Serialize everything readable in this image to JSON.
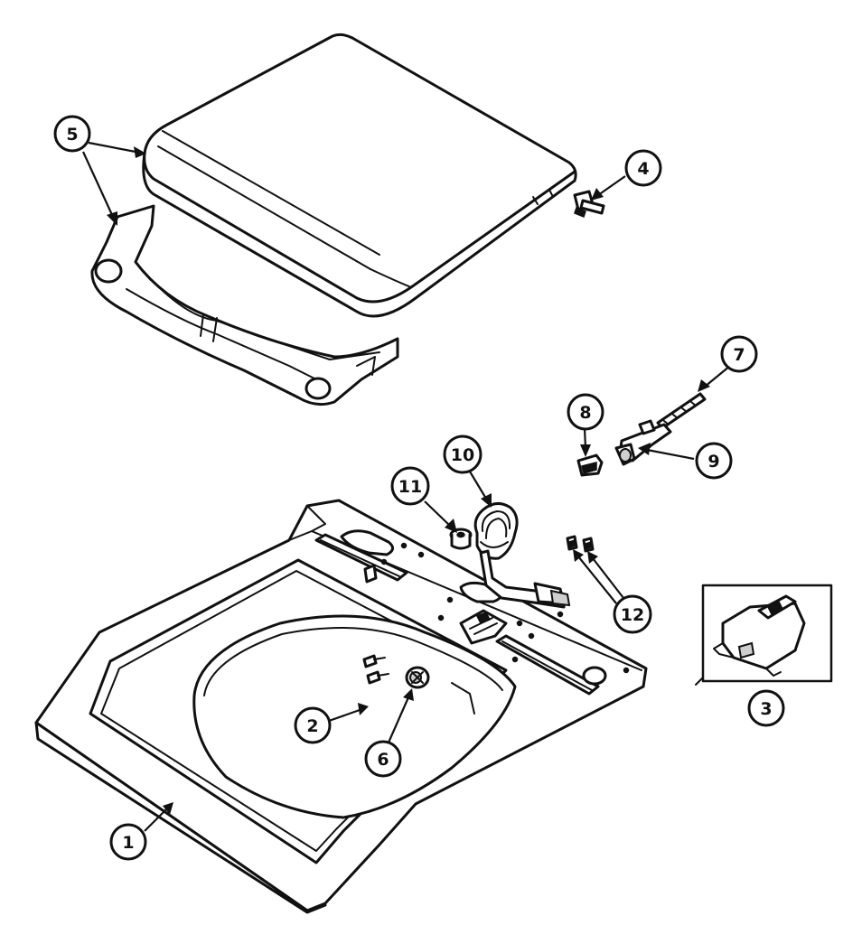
{
  "diagram": {
    "callouts": [
      {
        "id": "c1",
        "label": "1"
      },
      {
        "id": "c2",
        "label": "2"
      },
      {
        "id": "c3",
        "label": "3"
      },
      {
        "id": "c4",
        "label": "4"
      },
      {
        "id": "c5",
        "label": "5"
      },
      {
        "id": "c6",
        "label": "6"
      },
      {
        "id": "c7",
        "label": "7"
      },
      {
        "id": "c8",
        "label": "8"
      },
      {
        "id": "c9",
        "label": "9"
      },
      {
        "id": "c10",
        "label": "10"
      },
      {
        "id": "c11",
        "label": "11"
      },
      {
        "id": "c12",
        "label": "12"
      }
    ]
  },
  "colors": {
    "line": "#111111",
    "fill": "#ffffff",
    "shade": "#cfcfcf"
  }
}
